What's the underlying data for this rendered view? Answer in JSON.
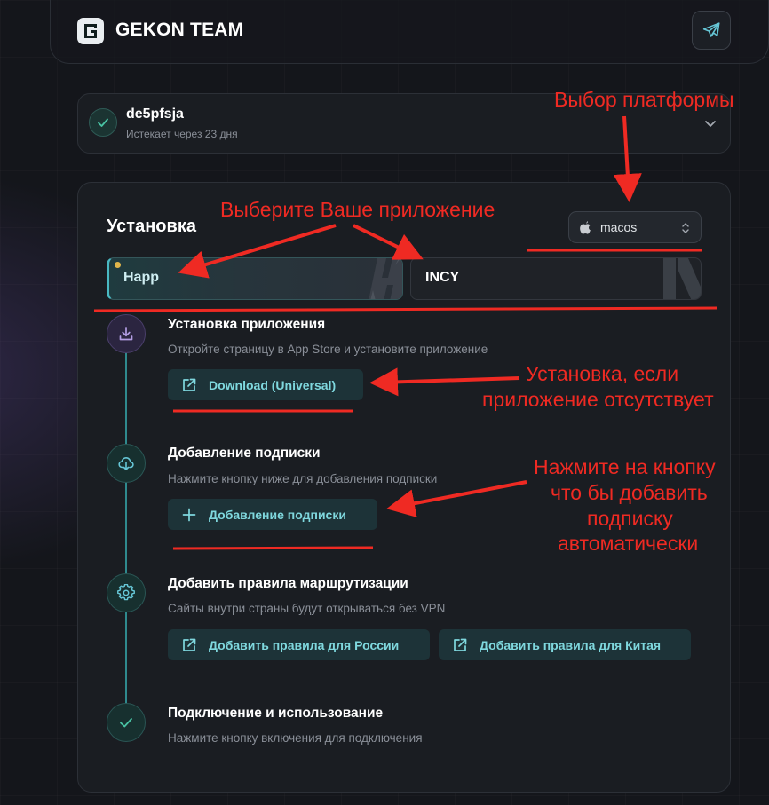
{
  "header": {
    "brand": "GEKON TEAM",
    "logo_letter": "G",
    "telegram_icon": "paper-plane-icon"
  },
  "subscription": {
    "name": "de5pfsja",
    "expires": "Истекает через 23 дня",
    "status_icon": "check-icon",
    "toggle_icon": "chevron-down-icon"
  },
  "install": {
    "title": "Установка",
    "platform": {
      "value": "macos",
      "icon": "apple-icon"
    },
    "apps": [
      {
        "label": "Happ",
        "selected": true
      },
      {
        "label": "INCY",
        "selected": false
      }
    ],
    "steps": [
      {
        "title": "Установка приложения",
        "desc": "Откройте страницу в App Store и установите приложение",
        "icon": "download-icon",
        "buttons": [
          {
            "label": "Download (Universal)",
            "icon": "external-link-icon"
          }
        ]
      },
      {
        "title": "Добавление подписки",
        "desc": "Нажмите кнопку ниже для добавления подписки",
        "icon": "cloud-download-icon",
        "buttons": [
          {
            "label": "Добавление подписки",
            "icon": "plus-icon"
          }
        ]
      },
      {
        "title": "Добавить правила маршрутизации",
        "desc": "Сайты внутри страны будут открываться без VPN",
        "icon": "gear-icon",
        "buttons": [
          {
            "label": "Добавить правила для России",
            "icon": "external-link-icon"
          },
          {
            "label": "Добавить правила для Китая",
            "icon": "external-link-icon"
          }
        ]
      },
      {
        "title": "Подключение и использование",
        "desc": "Нажмите кнопку включения для подключения",
        "icon": "check-icon",
        "buttons": []
      }
    ]
  },
  "annotations": {
    "platform": "Выбор платформы",
    "choose_app": "Выберите Ваше приложение",
    "install_line1": "Установка, если",
    "install_line2": "приложение отсутствует",
    "sub_line1": "Нажмите на кнопку",
    "sub_line2": "что бы добавить",
    "sub_line3": "подписку",
    "sub_line4": "автоматически",
    "color": "#ef2a23"
  },
  "colors": {
    "background": "#14161b",
    "card": "#1a1d22",
    "accent": "#7fd8de",
    "timeline": "#2f8a8e"
  }
}
